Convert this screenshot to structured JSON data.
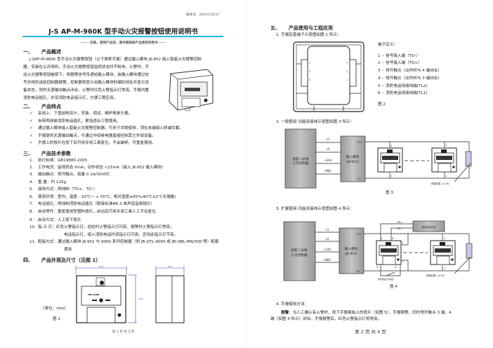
{
  "page1": {
    "version": "版本号：2024110217",
    "title": "J-S AP-M-960K 型手动火灾报警按钮使用说明书",
    "subtitle": "------   安装、使用产品前，请详细阅读产品使用说明书   -----",
    "sections": [
      {
        "num": "一、",
        "title": "产品概述"
      },
      {
        "num": "二、",
        "title": "产品特点"
      },
      {
        "num": "三、",
        "title": "产品技术参数"
      },
      {
        "num": "四、",
        "title": "产品外观及尺寸（见图 1）"
      }
    ],
    "overview_lines": [
      "J-SAP-M-960K 型手动火灾报警按钮（以下简称手报）通过输入模块 JK-952 接入智能火灾报警控制",
      "器，安装在公共场所，手动火灾报警按钮监视状态时不耗电。火警时，手",
      "动火灾报警按钮被按下，将报警信号传递给输入模块，由输入模块通过信",
      "号总线传送给控制器报警，控制器将显示出输入模块的编码地址并显示设",
      "备状态，同时无源输出触点闭合。火警时红色火警指示灯常亮。手报内置",
      "消防电话插孔，并设消防电话指示灯，方便工程应用。"
    ],
    "features": [
      "采用上、下盖结构设计，安装、调试、维护简单方便。",
      "自带两线制消防电话插孔，更加适合工程使用。",
      "通过输入模块接入智能火灾报警控制器，可多只并联使用，须在末端接入终端负载。",
      "手报提供无源输出触点，可通过中间继电器直接控制其它外部设备。",
      "手报上的按片在按下后可用专用工具复位，不会破碎，可重复使用。"
    ],
    "check_mark": "✓",
    "params": [
      {
        "n": "1.",
        "text": "执行标准：GB19880-2005"
      },
      {
        "n": "2.",
        "text": "工作电流：监视状态 0mA，动作状态 <25mA（接入 JK-952 输入模块）"
      },
      {
        "n": "3.",
        "text": "输出触点：常开触点，容量 0.1A/30VDC"
      },
      {
        "n": "4.",
        "text": "重      量：约 120g"
      },
      {
        "n": "5.",
        "text": "接线方式：两线制（TO+、TO-）"
      },
      {
        "n": "6.",
        "text": "使用环境：室内，温度 - 10℃～ + 50℃，相对湿度≤95%(40℃±2℃无凝露)"
      },
      {
        "n": "7.",
        "text": "电话插孔：两线制消防电话插孔（配接标准Φ6.3 单声道音频插头）"
      },
      {
        "n": "8.",
        "text": "启动零件：重复使用型塑料按片，启动后可用专用工具人工手动复位"
      },
      {
        "n": "9.",
        "text": "启动方式：人工按下按片"
      },
      {
        "n": "10.",
        "text": "指  示  灯：红色火警指示灯，巡检时火警指示灯闪亮，报警时火警指示灯常亮；"
      },
      {
        "n": "",
        "text": "电话指示灯，接入消防电话时该指示灯闪亮，否则此指示灯不亮。"
      },
      {
        "n": "11.",
        "text": "配接方式：通过输入模块 JK-952 与 9000 系列控制器（例 JB-QTL-9000 或 JB-QBL-MN/300 等）配套"
      },
      {
        "n": "",
        "text": "使用"
      }
    ],
    "fig1": {
      "unit": "（单位：mm）",
      "caption": "图 1",
      "width_dim": "90.0",
      "height_dim": "90.0",
      "depth_dim": "50.0",
      "panel_text": "FIRE ALARM"
    },
    "footer": "第 1 页 共 4 页"
  },
  "page2": {
    "section5": {
      "num": "五、",
      "title": "产品使用与工程应用"
    },
    "item1": "1.    手报后盖端子示意图如图 2 所示：",
    "fig2": {
      "terminal_title": "端子定义：",
      "terminals": [
        "1 -- 信号接入端（TO-）",
        "2 -- 信号接入端（TO+）",
        "3 -- 常开触点（动作时与 4 端闭合）",
        "4 -- 常开触点（动作时与 3 端闭合）",
        "5 -- 消防电话线接线端(TL2)",
        "6 -- 消防电话线接线端(TL1)"
      ],
      "pin_labels_left": [
        "4",
        "5",
        "6"
      ],
      "pin_labels_right": [
        "3",
        "2",
        "1"
      ],
      "caption": "图 2"
    },
    "item2": "2.    一般使用   功能及接线示意图如图 3 所示：",
    "fig3": {
      "controller": [
        "智能二总线",
        "火灾控制器"
      ],
      "lines": [
        "L1",
        "L2",
        "+24V",
        "GND"
      ],
      "module": [
        "输入模块",
        "（JK-952）"
      ],
      "to_plus": "TO+",
      "to_minus": "TO-",
      "pin2": "2",
      "pin1": "1",
      "load": "终端负载（4.7K）",
      "caption": "图 3"
    },
    "item3": "3.    扩展使用   功能及接线示意图如图 4 所示：",
    "fig4": {
      "controller": [
        "智能二总线",
        "火灾控制器"
      ],
      "lines": [
        "L1",
        "L2",
        "+24V",
        "GND"
      ],
      "module": [
        "输入模块",
        "（JK-952）"
      ],
      "to_plus": "TO+",
      "to_minus": "TO-",
      "tel_plus": "TEL+",
      "tel_minus": "TEL-",
      "phone": "消防电话分机",
      "pins": [
        "5",
        "6",
        "2",
        "1",
        "3",
        "4",
        "2",
        "1"
      ],
      "output": "常开输出信号输出",
      "load": "终端负载（4.7K）",
      "caption": "图 4"
    },
    "item4": "4.    手报使用方法：",
    "alarm_label": "报警",
    "alarm_text": "：当人工确认有火警时，按下手报面板上的按片（如图 5），手报报警，同时常开触点 3 端、4",
    "alarm_text2": "端（如图 4 所示）闭合。手报报警后，红色火警指示灯将常亮。",
    "footer": "第 2 页 共 4 页"
  },
  "colors": {
    "accent_rule": "#29b6e6",
    "dimension": "#3344cc",
    "box_fill": "#b8b8b8"
  }
}
